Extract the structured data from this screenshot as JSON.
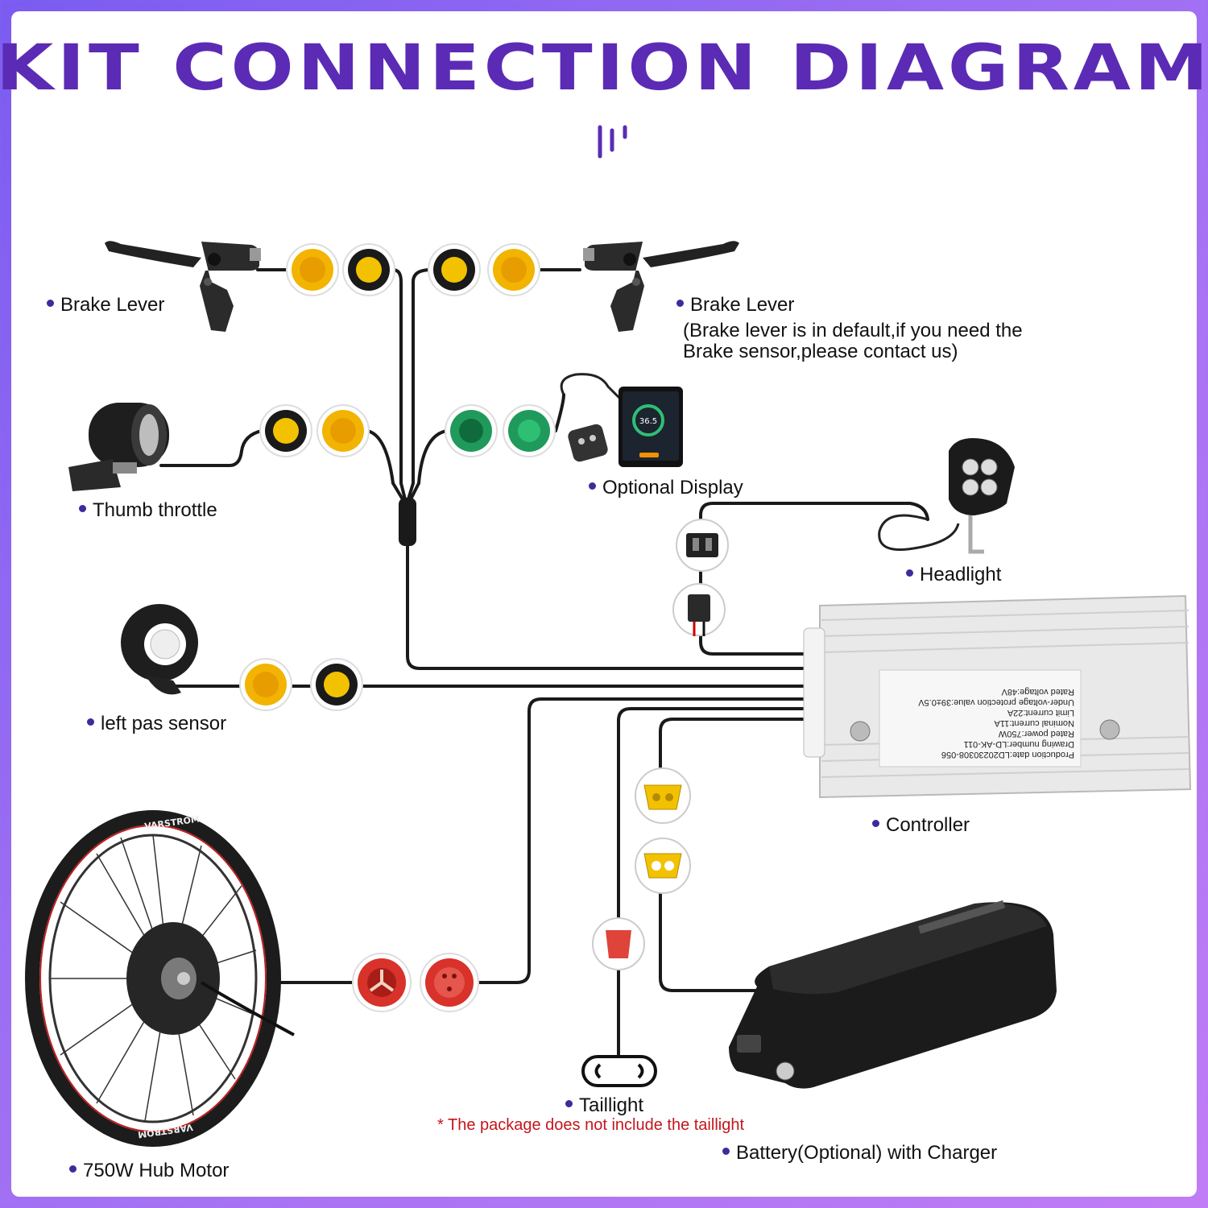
{
  "title": "KIT CONNECTION DIAGRAM",
  "components": {
    "brake_left": "Brake Lever",
    "brake_right": "Brake Lever",
    "brake_note_1": "(Brake lever is in default,if you need the",
    "brake_note_2": "Brake sensor,please contact us)",
    "throttle": "Thumb throttle",
    "display": "Optional Display",
    "headlight": "Headlight",
    "pas": "left pas sensor",
    "controller": "Controller",
    "motor": "750W Hub Motor",
    "taillight": "Taillight",
    "taillight_note": "* The package does not include the taillight",
    "battery": "Battery(Optional) with Charger"
  },
  "display_screen": {
    "speed": "36.5"
  },
  "controller_label": [
    "Production date:LD20230308-056",
    "Drawing number:LD-AK-011",
    "Rated power:750W",
    "Nominal current:11A",
    "Limit current:22A",
    "Under-voltage protection value:39±0.5V",
    "Rated voltage:48V"
  ],
  "wheel_brand": "VARSTROM",
  "colors": {
    "title": "#5b2bb5",
    "connector_yellow": "#f2b400",
    "connector_green": "#1f9a5b",
    "connector_red": "#d8322a",
    "bullet": "#3b2c9c",
    "note_red": "#c4161c"
  }
}
